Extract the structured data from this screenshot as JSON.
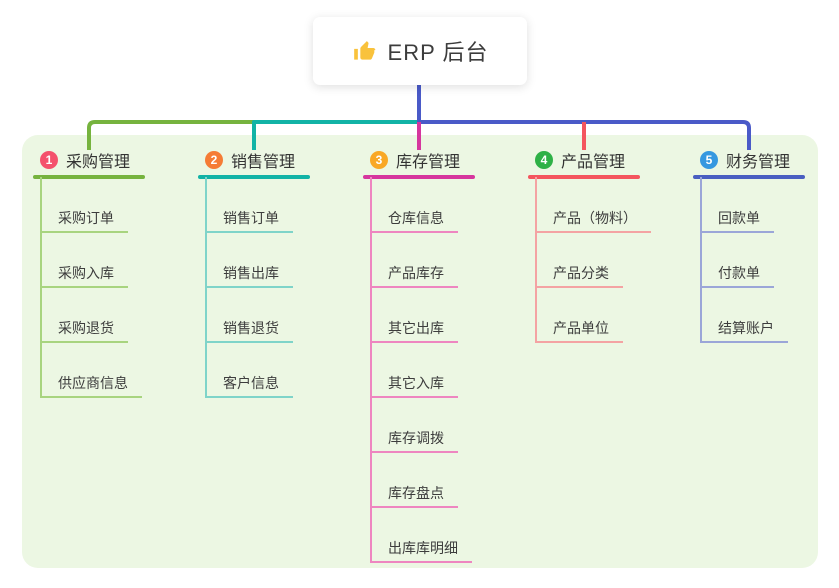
{
  "canvas": {
    "background": "#ffffff",
    "panel_background": "#ecf7e3"
  },
  "root": {
    "label": "ERP 后台",
    "icon": "thumbs-up-icon",
    "icon_color": "#f9c23c",
    "connector_color": "#4a5ac8"
  },
  "branches": [
    {
      "index": "1",
      "label": "采购管理",
      "badge_color": "#f4516c",
      "line_color": "#76b33e",
      "child_line_color": "#a8d47f",
      "children": [
        "采购订单",
        "采购入库",
        "采购退货",
        "供应商信息"
      ]
    },
    {
      "index": "2",
      "label": "销售管理",
      "badge_color": "#f57c35",
      "line_color": "#12b3a6",
      "child_line_color": "#7fd4c9",
      "children": [
        "销售订单",
        "销售出库",
        "销售退货",
        "客户信息"
      ]
    },
    {
      "index": "3",
      "label": "库存管理",
      "badge_color": "#f9a825",
      "line_color": "#d6369e",
      "child_line_color": "#ee86c0",
      "children": [
        "仓库信息",
        "产品库存",
        "其它出库",
        "其它入库",
        "库存调拨",
        "库存盘点",
        "出库库明细"
      ]
    },
    {
      "index": "4",
      "label": "产品管理",
      "badge_color": "#2eb146",
      "line_color": "#f4555e",
      "child_line_color": "#f4a3a3",
      "children": [
        "产品（物料）",
        "产品分类",
        "产品单位"
      ]
    },
    {
      "index": "5",
      "label": "财务管理",
      "badge_color": "#3598e0",
      "line_color": "#4a5fc1",
      "child_line_color": "#9ba6d8",
      "children": [
        "回款单",
        "付款单",
        "结算账户"
      ]
    }
  ]
}
